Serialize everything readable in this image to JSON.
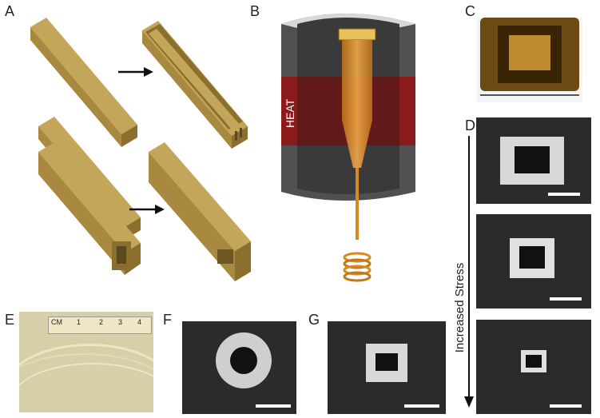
{
  "figure": {
    "panels": {
      "a": "A",
      "b": "B",
      "c": "C",
      "d": "D",
      "e": "E",
      "f": "F",
      "g": "G"
    },
    "heat_label": "HEAT",
    "stress_label": "Increased Stress",
    "ruler_unit": "CM",
    "ruler_ticks": [
      "1",
      "2",
      "3",
      "4"
    ],
    "colors": {
      "preform_gold": "#a8893f",
      "preform_dark": "#7c6428",
      "furnace_gray": "#4a4a4a",
      "heat_red": "#8b1a1a",
      "fiber_orange": "#d8891f",
      "micro_bg": "#262626"
    }
  }
}
